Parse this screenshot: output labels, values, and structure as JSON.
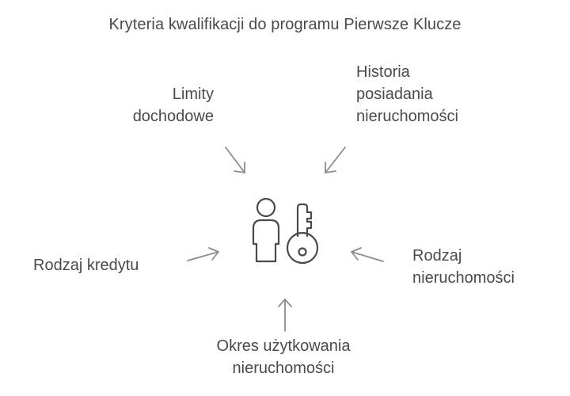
{
  "diagram": {
    "title": "Kryteria kwalifikacji do programu Pierwsze Klucze",
    "center_icon": "person-with-key-icon",
    "arrow_color": "#8c8c8c",
    "icon_color": "#4a4a4a",
    "text_color": "#4a4a4a",
    "criteria": [
      {
        "id": "income",
        "lines": [
          "Limity",
          "dochodowe"
        ]
      },
      {
        "id": "history",
        "lines": [
          "Historia",
          "posiadania",
          "nieruchomości"
        ]
      },
      {
        "id": "credit",
        "lines": [
          "Rodzaj kredytu"
        ]
      },
      {
        "id": "property",
        "lines": [
          "Rodzaj",
          "nieruchomości"
        ]
      },
      {
        "id": "period",
        "lines": [
          "Okres użytkowania",
          "nieruchomości"
        ]
      }
    ]
  }
}
